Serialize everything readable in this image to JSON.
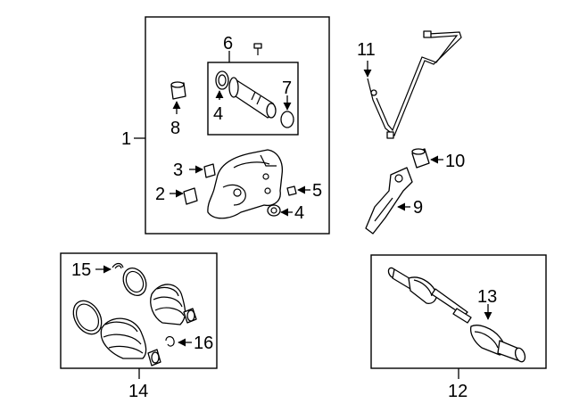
{
  "callouts": {
    "c1": "1",
    "c2": "2",
    "c3": "3",
    "c4a": "4",
    "c4b": "4",
    "c5": "5",
    "c6": "6",
    "c7": "7",
    "c8": "8",
    "c9": "9",
    "c10": "10",
    "c11": "11",
    "c12": "12",
    "c13": "13",
    "c14": "14",
    "c15": "15",
    "c16": "16"
  }
}
